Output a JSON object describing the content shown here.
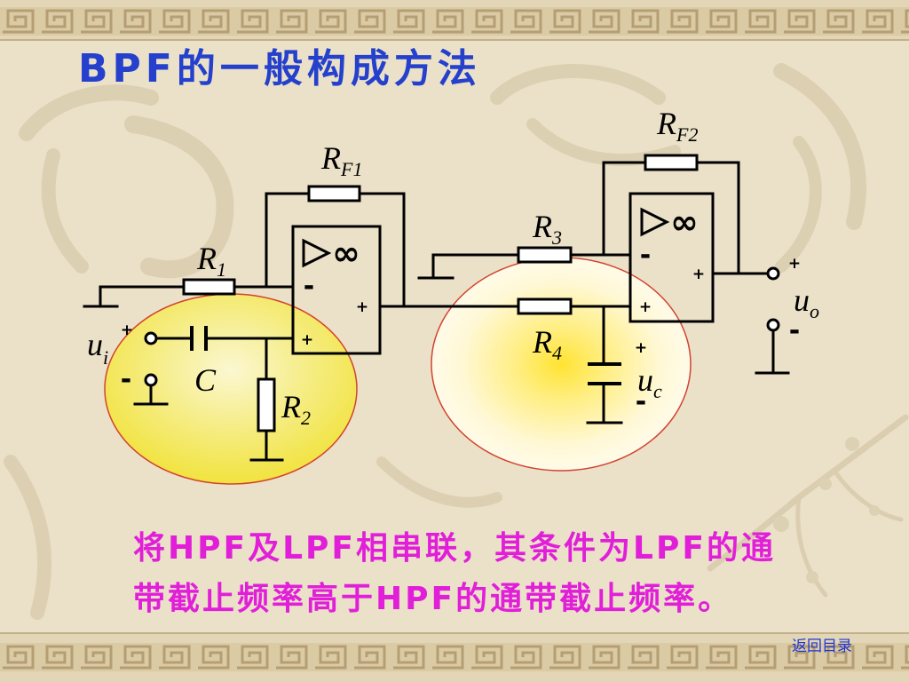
{
  "slide": {
    "title": "BPF的一般构成方法",
    "caption": {
      "line1": "将HPF及LPF相串联，其条件为LPF的通",
      "line2": "带截止频率高于HPF的通带截止频率。"
    },
    "nav_link": "返回目录"
  },
  "circuit": {
    "op_amp_1": {
      "gain_symbol": "∞",
      "inverting_sign": "-",
      "non_inverting_sign": "+",
      "output_sign": "+"
    },
    "op_amp_2": {
      "gain_symbol": "∞",
      "inverting_sign": "-",
      "non_inverting_sign": "+",
      "output_sign": "+"
    },
    "r1": {
      "letter": "R",
      "subscript": "1"
    },
    "r2": {
      "letter": "R",
      "subscript": "2"
    },
    "r3": {
      "letter": "R",
      "subscript": "3"
    },
    "r4": {
      "letter": "R",
      "subscript": "4"
    },
    "rf1": {
      "letter": "R",
      "subscript": "F1"
    },
    "rf2": {
      "letter": "R",
      "subscript": "F2"
    },
    "capacitor": {
      "label": "C"
    },
    "input_voltage": {
      "letter": "u",
      "subscript": "i",
      "plus_sign": "+",
      "minus_sign": "-"
    },
    "output_voltage": {
      "letter": "u",
      "subscript": "o",
      "plus_sign": "+",
      "minus_sign": "-"
    },
    "capacitor_voltage": {
      "letter": "u",
      "subscript": "c",
      "plus_sign": "+",
      "minus_sign": "-"
    }
  },
  "colors": {
    "background": "#EBE1C9",
    "border": "#DBCBA5",
    "border_pattern": "#B59E74",
    "title": "#2440CC",
    "caption": "#E11FD9",
    "nav_link": "#1F35D6",
    "wire": "#000000",
    "highlight_fill": "#F1E33E",
    "highlight_outline": "#D2432E"
  }
}
